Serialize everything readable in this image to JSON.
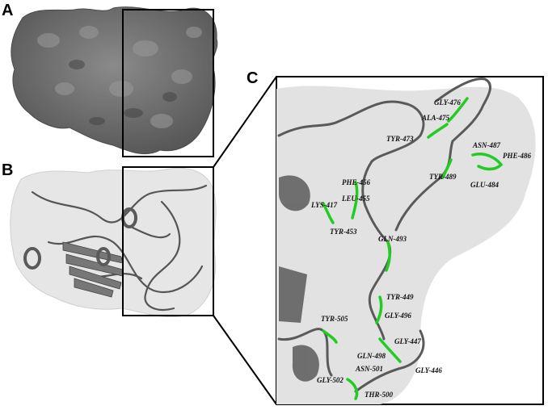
{
  "panels": {
    "a": {
      "letter": "A"
    },
    "b": {
      "letter": "B"
    },
    "c": {
      "letter": "C"
    }
  },
  "colors": {
    "surface_dark": "#6e6e6e",
    "surface_light": "#e4e4e4",
    "backbone": "#5a5a5a",
    "contact": "#22cc22",
    "frame": "#000000"
  },
  "residues": [
    {
      "id": "gly476",
      "label": "GLY-476"
    },
    {
      "id": "ala475",
      "label": "ALA-475"
    },
    {
      "id": "tyr473",
      "label": "TYR-473"
    },
    {
      "id": "asn487",
      "label": "ASN-487"
    },
    {
      "id": "phe486",
      "label": "PHE-486"
    },
    {
      "id": "tyr489",
      "label": "TYR-489"
    },
    {
      "id": "glu484",
      "label": "GLU-484"
    },
    {
      "id": "phe456",
      "label": "PHE-456"
    },
    {
      "id": "lys417",
      "label": "LYS-417"
    },
    {
      "id": "leu455",
      "label": "LEU-455"
    },
    {
      "id": "tyr453",
      "label": "TYR-453"
    },
    {
      "id": "gln493",
      "label": "GLN-493"
    },
    {
      "id": "tyr449",
      "label": "TYR-449"
    },
    {
      "id": "gly496",
      "label": "GLY-496"
    },
    {
      "id": "tyr505",
      "label": "TYR-505"
    },
    {
      "id": "gly447",
      "label": "GLY-447"
    },
    {
      "id": "gln498",
      "label": "GLN-498"
    },
    {
      "id": "asn501",
      "label": "ASN-501"
    },
    {
      "id": "gly446",
      "label": "GLY-446"
    },
    {
      "id": "gly502",
      "label": "GLY-502"
    },
    {
      "id": "thr500",
      "label": "THR-500"
    }
  ]
}
